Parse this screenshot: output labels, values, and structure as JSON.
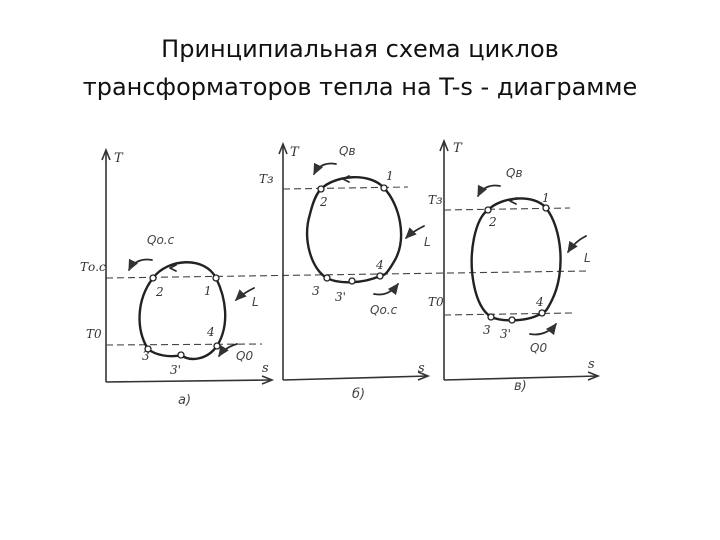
{
  "title": {
    "line1": "Принципиальная схема циклов",
    "line2": "трансформаторов тепла на T-s - диаграмме"
  },
  "diagram_a": {
    "axis_t": "T",
    "axis_s": "s",
    "level_upper": "Tо.с",
    "level_lower": "T0",
    "heat_upper": "Qо.с",
    "heat_lower": "Q0",
    "work": "L",
    "points": [
      "1",
      "2",
      "3",
      "3'",
      "4"
    ],
    "caption": "а)"
  },
  "diagram_b": {
    "axis_t": "T",
    "axis_s": "s",
    "level_upper": "Tз",
    "heat_upper": "Qв",
    "heat_lower": "Qо.с",
    "work": "L",
    "points": [
      "1",
      "2",
      "3",
      "3'",
      "4"
    ],
    "caption": "б)"
  },
  "diagram_c": {
    "axis_t": "T",
    "axis_s": "s",
    "level_upper": "Tз",
    "level_lower": "T0",
    "heat_upper": "Qв",
    "heat_lower": "Q0",
    "work": "L",
    "points": [
      "1",
      "2",
      "3",
      "3'",
      "4"
    ],
    "caption": "в)"
  }
}
